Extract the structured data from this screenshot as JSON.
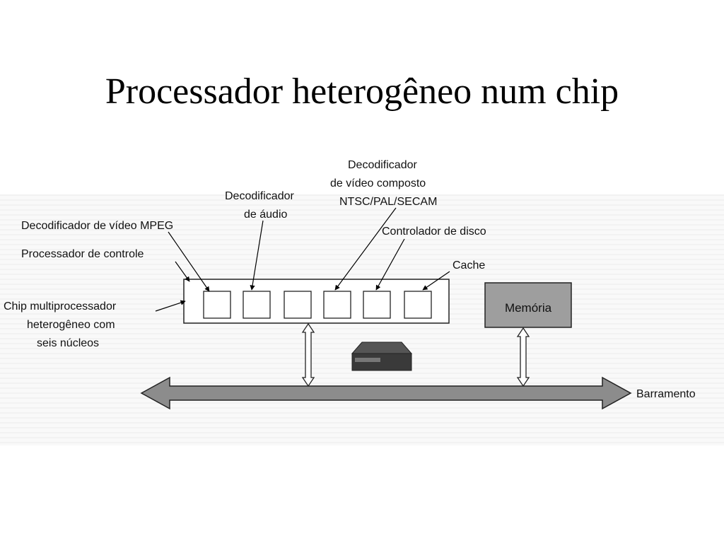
{
  "slide": {
    "title": "Processador heterogêneo num chip"
  },
  "labels": {
    "mpeg": "Decodificador de vídeo MPEG",
    "control": "Processador de controle",
    "chip_line1": "Chip multiprocessador",
    "chip_line2": "heterogêneo com",
    "chip_line3": "seis núcleos",
    "audio_line1": "Decodificador",
    "audio_line2": "de áudio",
    "composite_line1": "Decodificador",
    "composite_line2": "de vídeo composto",
    "composite_line3": "NTSC/PAL/SECAM",
    "disk": "Controlador de disco",
    "cache": "Cache",
    "memory": "Memória",
    "bus": "Barramento"
  }
}
